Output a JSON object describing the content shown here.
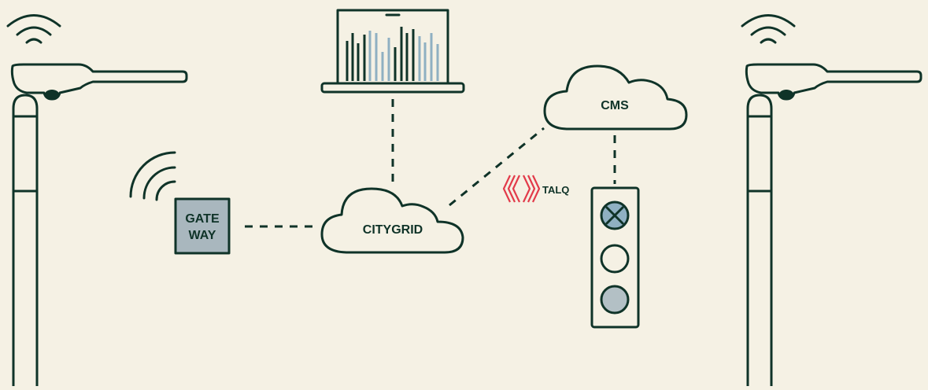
{
  "nodes": {
    "gateway": {
      "line1": "GATE",
      "line2": "WAY"
    },
    "citygrid": {
      "label": "CITYGRID"
    },
    "cms": {
      "label": "CMS"
    },
    "talq": {
      "label": "TALQ"
    }
  },
  "colors": {
    "background": "#f5f1e4",
    "ink": "#0f3328",
    "gateway_fill": "#a9b7be",
    "chart_light": "#8fb0c2",
    "talq_red": "#e23b4a",
    "lamp_off": "#b3c0c5",
    "lamp_on": "#8fb0c2"
  },
  "icons": {
    "left_lamp": "street-lamp-icon",
    "right_lamp": "street-lamp-icon",
    "laptop": "laptop-chart-icon",
    "signal": "traffic-signal-icon",
    "wifi": "wifi-icon"
  }
}
